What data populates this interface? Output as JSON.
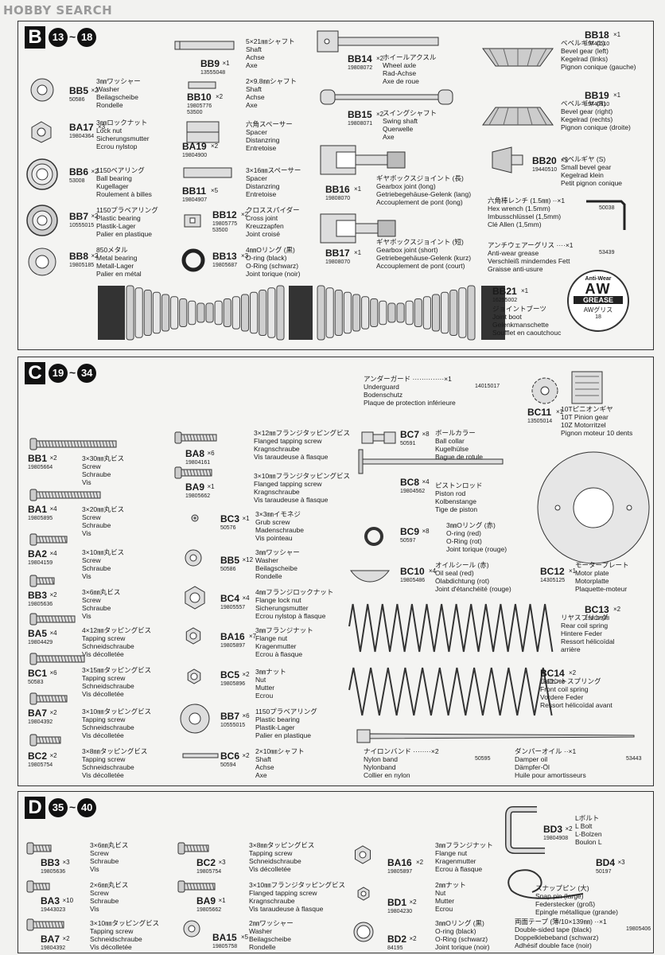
{
  "watermark": "HOBBY SEARCH",
  "sections": [
    {
      "letter": "B",
      "range": [
        "13",
        "~",
        "18"
      ],
      "items": [
        {
          "code": "BB9",
          "qty": "×1",
          "pn": "13555048",
          "desc": [
            "5×21㎜シャフト",
            "Shaft",
            "Achse",
            "Axe"
          ]
        },
        {
          "code": "BB5",
          "qty": "×2",
          "pn": "50586",
          "desc": [
            "3㎜ワッシャー",
            "Washer",
            "Beilagscheibe",
            "Rondelle"
          ]
        },
        {
          "code": "BB10",
          "qty": "×2",
          "pn": "19805776",
          "pn2": "53500",
          "desc": [
            "2×9.8㎜シャフト",
            "Shaft",
            "Achse",
            "Axe"
          ]
        },
        {
          "code": "BB14",
          "qty": "×2",
          "pn": "19808072",
          "desc": [
            "ホイールアクスル",
            "Wheel axle",
            "Rad-Achse",
            "Axe de roue"
          ]
        },
        {
          "code": "BB18",
          "qty": "×1",
          "pn": "19440510",
          "desc": [
            "ベベルギヤ (L)",
            "Bevel gear (left)",
            "Kegelrad (links)",
            "Pignon conique (gauche)"
          ]
        },
        {
          "code": "BA17",
          "qty": "×3",
          "pn": "19804364",
          "desc": [
            "3㎜ロックナット",
            "Lock nut",
            "Sicherungsmutter",
            "Ecrou nylstop"
          ]
        },
        {
          "code": "BA19",
          "qty": "×2",
          "pn": "19804900",
          "desc": [
            "六角スペーサー",
            "Spacer",
            "Distanzring",
            "Entretoise"
          ]
        },
        {
          "code": "BB15",
          "qty": "×2",
          "pn": "19808071",
          "desc": [
            "スイングシャフト",
            "Swing shaft",
            "Querwelle",
            "Axe"
          ]
        },
        {
          "code": "BB19",
          "qty": "×1",
          "pn": "19440510",
          "desc": [
            "ベベルギヤ (R)",
            "Bevel gear (right)",
            "Kegelrad (rechts)",
            "Pignon conique (droite)"
          ]
        },
        {
          "code": "BB6",
          "qty": "×2",
          "pn": "53008",
          "desc": [
            "1150ベアリング",
            "Ball bearing",
            "Kugellager",
            "Roulement à billes"
          ]
        },
        {
          "code": "BB11",
          "qty": "×5",
          "pn": "19804907",
          "desc": [
            "3×16㎜スペーサー",
            "Spacer",
            "Distanzring",
            "Entretoise"
          ]
        },
        {
          "code": "BB16",
          "qty": "×1",
          "pn": "19808070",
          "desc": [
            "ギヤボックスジョイント (長)",
            "Gearbox joint (long)",
            "Getriebegehäuse-Gelenk (lang)",
            "Accouplement de pont (long)"
          ]
        },
        {
          "code": "BB20",
          "qty": "×3",
          "pn": "19440510",
          "desc": [
            "ベベルギヤ (S)",
            "Small bevel gear",
            "Kegelrad klein",
            "Petit pignon conique"
          ]
        },
        {
          "code": "BB7",
          "qty": "×2",
          "pn": "10555015",
          "desc": [
            "1150プラベアリング",
            "Plastic bearing",
            "Plastik-Lager",
            "Palier en plastique"
          ]
        },
        {
          "code": "BB12",
          "qty": "×2",
          "pn": "19805775",
          "pn2": "53500",
          "desc": [
            "クロススパイダー",
            "Cross joint",
            "Kreuzzapfen",
            "Joint croisé"
          ]
        },
        {
          "code": "BB17",
          "qty": "×1",
          "pn": "19808070",
          "desc": [
            "ギヤボックスジョイント (短)",
            "Gearbox joint (short)",
            "Getriebegehäuse-Gelenk (kurz)",
            "Accouplement de pont (court)"
          ]
        },
        {
          "code": "BB8",
          "qty": "×2",
          "pn": "19805185",
          "desc": [
            "850メタル",
            "Metal bearing",
            "Metall-Lager",
            "Palier en métal"
          ]
        },
        {
          "code": "BB13",
          "qty": "×3",
          "pn": "19805687",
          "desc": [
            "4㎜Oリング (黒)",
            "O-ring (black)",
            "O-Ring (schwarz)",
            "Joint torique (noir)"
          ]
        },
        {
          "code": "BB21",
          "qty": "×1",
          "pn": "16255002",
          "desc": [
            "ジョイントブーツ",
            "Joint boot",
            "Gelenkmanschette",
            "Soufflet en caoutchouc"
          ]
        }
      ],
      "tools": [
        {
          "desc": [
            "六角棒レンチ (1.5㎜) ··×1",
            "Hex wrench (1.5mm)",
            "Imbusschlüssel (1,5mm)",
            "Clé Allen (1,5mm)"
          ],
          "pn": "50038"
        },
        {
          "desc": [
            "アンチウェアーグリス ····×1",
            "Anti-wear grease",
            "Verschleiß minderndes Fett",
            "Graisse anti-usure"
          ],
          "pn": "53439"
        }
      ],
      "grease_label": {
        "top": "Anti-Wear",
        "big": "AW",
        "mid": "GREASE",
        "jp": "AWグリス",
        "num": "18"
      }
    },
    {
      "letter": "C",
      "range": [
        "19",
        "~",
        "34"
      ],
      "items": [
        {
          "code": "BC11",
          "qty": "×1",
          "pn": "13505014",
          "desc": [
            "10Tピニオンギヤ",
            "10T Pinion gear",
            "10Z Motorritzel",
            "Pignon moteur 10 dents"
          ]
        },
        {
          "code": "BA8",
          "qty": "×6",
          "pn": "19804161",
          "desc": [
            "3×12㎜フランジタッピングビス",
            "Flanged tapping screw",
            "Kragnschraube",
            "Vis taraudeuse à flasque"
          ]
        },
        {
          "code": "BC7",
          "qty": "×8",
          "pn": "50591",
          "desc": [
            "ボールカラー",
            "Ball collar",
            "Kugelhülse",
            "Bague de rotule"
          ]
        },
        {
          "code": "BB1",
          "qty": "×2",
          "pn": "19805664",
          "desc": [
            "3×30㎜丸ビス",
            "Screw",
            "Schraube",
            "Vis"
          ]
        },
        {
          "code": "BA9",
          "qty": "×1",
          "pn": "19805662",
          "desc": [
            "3×10㎜フランジタッピングビス",
            "Flanged tapping screw",
            "Kragnschraube",
            "Vis taraudeuse à flasque"
          ]
        },
        {
          "code": "BC8",
          "qty": "×4",
          "pn": "19804562",
          "desc": [
            "ピストンロッド",
            "Piston rod",
            "Kolbenstange",
            "Tige de piston"
          ]
        },
        {
          "code": "BA1",
          "qty": "×4",
          "pn": "19805895",
          "desc": [
            "3×20㎜丸ビス",
            "Screw",
            "Schraube",
            "Vis"
          ]
        },
        {
          "code": "BC3",
          "qty": "×1",
          "pn": "50576",
          "desc": [
            "3×3㎜イモネジ",
            "Grub screw",
            "Madenschraube",
            "Vis pointeau"
          ]
        },
        {
          "code": "BC9",
          "qty": "×8",
          "pn": "50597",
          "desc": [
            "3㎜Oリング (赤)",
            "O-ring (red)",
            "O-Ring (rot)",
            "Joint torique (rouge)"
          ]
        },
        {
          "code": "BA2",
          "qty": "×4",
          "pn": "19804159",
          "desc": [
            "3×10㎜丸ビス",
            "Screw",
            "Schraube",
            "Vis"
          ]
        },
        {
          "code": "BB5",
          "qty": "×12",
          "pn": "50586",
          "desc": [
            "3㎜ワッシャー",
            "Washer",
            "Beilagscheibe",
            "Rondelle"
          ]
        },
        {
          "code": "BC10",
          "qty": "×4",
          "pn": "19805486",
          "desc": [
            "オイルシール (赤)",
            "Oil seal (red)",
            "Ölabdichtung (rot)",
            "Joint d'étanchéité (rouge)"
          ]
        },
        {
          "code": "BC12",
          "qty": "×1",
          "pn": "14305125",
          "desc": [
            "モータープレート",
            "Motor plate",
            "Motorplatte",
            "Plaquette-moteur"
          ]
        },
        {
          "code": "BB3",
          "qty": "×2",
          "pn": "19805636",
          "desc": [
            "3×6㎜丸ビス",
            "Screw",
            "Schraube",
            "Vis"
          ]
        },
        {
          "code": "BC4",
          "qty": "×4",
          "pn": "19805557",
          "desc": [
            "4㎜フランジロックナット",
            "Flange lock nut",
            "Sicherungsmutter",
            "Ecrou nylstop à flasque"
          ]
        },
        {
          "code": "BC13",
          "qty": "×2",
          "pn": "19805948",
          "desc": [
            "リヤスプリング",
            "Rear coil spring",
            "Hintere Feder",
            "Ressort hélicoïdal",
            "arrière"
          ]
        },
        {
          "code": "BA5",
          "qty": "×4",
          "pn": "19804429",
          "desc": [
            "4×12㎜タッピングビス",
            "Tapping screw",
            "Schneidschraube",
            "Vis décolletée"
          ]
        },
        {
          "code": "BA16",
          "qty": "×7",
          "pn": "19805897",
          "desc": [
            "3㎜フランジナット",
            "Flange nut",
            "Kragenmutter",
            "Ecrou à flasque"
          ]
        },
        {
          "code": "BC1",
          "qty": "×6",
          "pn": "50583",
          "desc": [
            "3×15㎜タッピングビス",
            "Tapping screw",
            "Schneidschraube",
            "Vis décolletée"
          ]
        },
        {
          "code": "BC5",
          "qty": "×2",
          "pn": "19805896",
          "desc": [
            "3㎜ナット",
            "Nut",
            "Mutter",
            "Ecrou"
          ]
        },
        {
          "code": "BC14",
          "qty": "×2",
          "pn": "19805786",
          "desc": [
            "フロントスプリング",
            "Front coil spring",
            "Vordere Feder",
            "Ressort hélicoïdal avant"
          ]
        },
        {
          "code": "BA7",
          "qty": "×2",
          "pn": "19804392",
          "desc": [
            "3×10㎜タッピングビス",
            "Tapping screw",
            "Schneidschraube",
            "Vis décolletée"
          ]
        },
        {
          "code": "BB7",
          "qty": "×6",
          "pn": "10555015",
          "desc": [
            "1150プラベアリング",
            "Plastic bearing",
            "Plastik-Lager",
            "Palier en plastique"
          ]
        },
        {
          "code": "BC2",
          "qty": "×2",
          "pn": "19805754",
          "desc": [
            "3×8㎜タッピングビス",
            "Tapping screw",
            "Schneidschraube",
            "Vis décolletée"
          ]
        },
        {
          "code": "BC6",
          "qty": "×2",
          "pn": "50594",
          "desc": [
            "2×10㎜シャフト",
            "Shaft",
            "Achse",
            "Axe"
          ]
        }
      ],
      "misc": [
        {
          "desc": [
            "アンダーガード ··············×1",
            "Underguard",
            "Bodenschutz",
            "Plaque de protection inférieure"
          ],
          "pn": "14015017"
        },
        {
          "desc": [
            "ナイロンバンド ········×2",
            "Nylon band",
            "Nylonband",
            "Collier en nylon"
          ],
          "pn": "50595"
        },
        {
          "desc": [
            "ダンパーオイル ··×1",
            "Damper oil",
            "Dämpfer-Öl",
            "Huile pour amortisseurs"
          ],
          "pn": "53443"
        }
      ]
    },
    {
      "letter": "D",
      "range": [
        "35",
        "~",
        "40"
      ],
      "items": [
        {
          "code": "BD3",
          "qty": "×2",
          "pn": "19804908",
          "desc": [
            "Lボルト",
            "L Bolt",
            "L-Bolzen",
            "Boulon L"
          ]
        },
        {
          "code": "BB3",
          "qty": "×3",
          "pn": "19805636",
          "desc": [
            "3×6㎜丸ビス",
            "Screw",
            "Schraube",
            "Vis"
          ]
        },
        {
          "code": "BC2",
          "qty": "×3",
          "pn": "19805754",
          "desc": [
            "3×8㎜タッピングビス",
            "Tapping screw",
            "Schneidschraube",
            "Vis décolletée"
          ]
        },
        {
          "code": "BA16",
          "qty": "×2",
          "pn": "19805897",
          "desc": [
            "3㎜フランジナット",
            "Flange nut",
            "Kragenmutter",
            "Ecrou à flasque"
          ]
        },
        {
          "code": "BD4",
          "qty": "×3",
          "pn": "50197",
          "desc": [
            "スナップピン (大)",
            "Snap pin (large)",
            "Federstecker (groß)",
            "Epingle métallique (grande)"
          ]
        },
        {
          "code": "BA3",
          "qty": "×10",
          "pn": "19443023",
          "desc": [
            "2×6㎜丸ビス",
            "Screw",
            "Schraube",
            "Vis"
          ]
        },
        {
          "code": "BA9",
          "qty": "×1",
          "pn": "19805662",
          "desc": [
            "3×10㎜フランジタッピングビス",
            "Flanged tapping screw",
            "Kragnschraube",
            "Vis taraudeuse à flasque"
          ]
        },
        {
          "code": "BD1",
          "qty": "×2",
          "pn": "19804230",
          "desc": [
            "2㎜ナット",
            "Nut",
            "Mutter",
            "Ecrou"
          ]
        },
        {
          "code": "BA7",
          "qty": "×2",
          "pn": "19804392",
          "desc": [
            "3×10㎜タッピングビス",
            "Tapping screw",
            "Schneidschraube",
            "Vis décolletée"
          ]
        },
        {
          "code": "BA15",
          "qty": "×5",
          "pn": "19805758",
          "desc": [
            "2㎜ワッシャー",
            "Washer",
            "Beilagscheibe",
            "Rondelle"
          ]
        },
        {
          "code": "BD2",
          "qty": "×2",
          "pn": "84195",
          "desc": [
            "3㎜Oリング (黒)",
            "O-ring (black)",
            "O-Ring (schwarz)",
            "Joint torique (noir)"
          ]
        }
      ],
      "misc": [
        {
          "desc": [
            "両面テープ (薄/10×139㎜) ··×1",
            "Double-sided tape (black)",
            "Doppelklebeband (schwarz)",
            "Adhésif double face (noir)"
          ],
          "pn": "19805406"
        }
      ]
    }
  ]
}
